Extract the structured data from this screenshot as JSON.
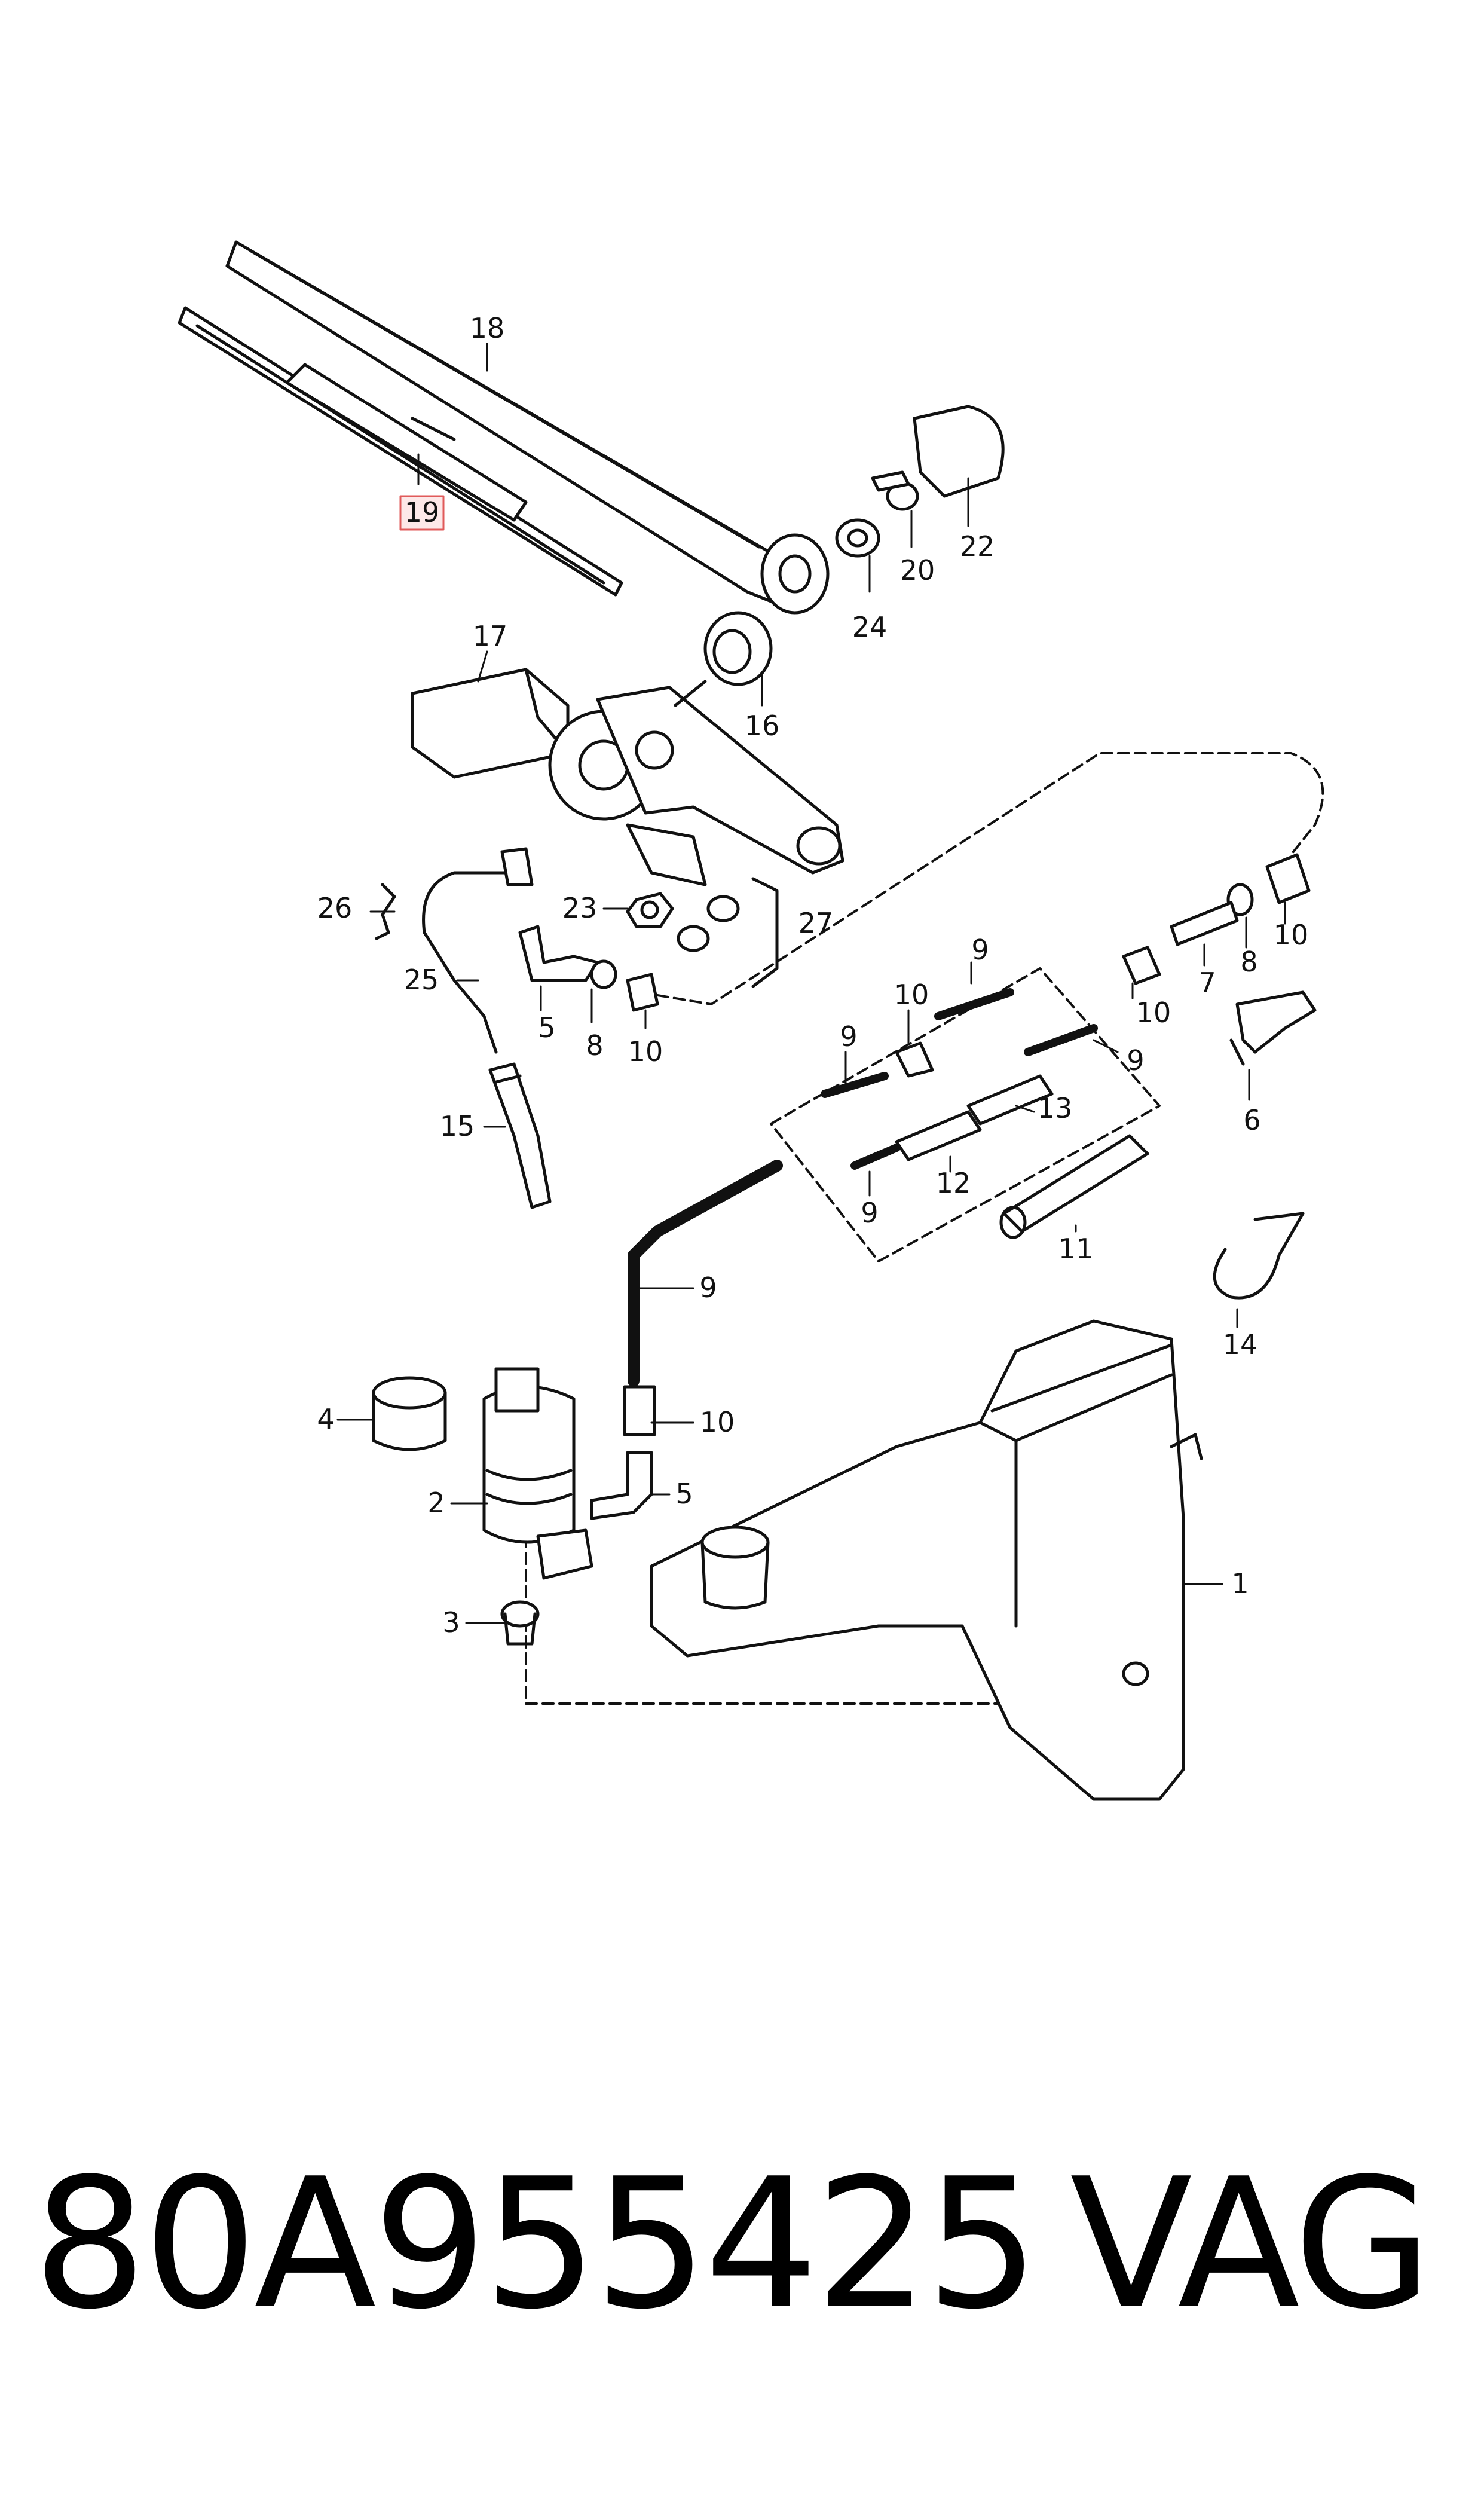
{
  "diagram": {
    "callouts": {
      "n1": "1",
      "n2": "2",
      "n3": "3",
      "n4": "4",
      "n5a": "5",
      "n5b": "5",
      "n6": "6",
      "n7": "7",
      "n8a": "8",
      "n8b": "8",
      "n9a": "9",
      "n9b": "9",
      "n9c": "9",
      "n9d": "9",
      "n9e": "9",
      "n10a": "10",
      "n10b": "10",
      "n10c": "10",
      "n10d": "10",
      "n10e": "10",
      "n11": "11",
      "n12": "12",
      "n13": "13",
      "n14": "14",
      "n15": "15",
      "n16": "16",
      "n17": "17",
      "n18": "18",
      "n19": "19",
      "n20": "20",
      "n22": "22",
      "n23": "23",
      "n24": "24",
      "n25": "25",
      "n26": "26",
      "n27": "27"
    },
    "highlight_color": "#e05a5a",
    "line_color": "#111111"
  },
  "footer": {
    "part_number": "80A955425",
    "brand": "VAG"
  }
}
